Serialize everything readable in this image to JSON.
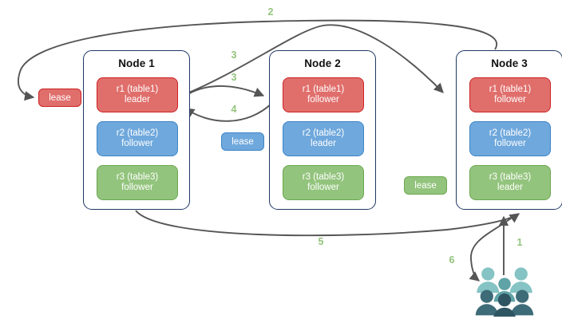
{
  "diagram": {
    "title": "",
    "colors": {
      "red_fill": "#e06f6c",
      "red_stroke": "#cc2222",
      "blue_fill": "#6fa8dc",
      "blue_stroke": "#3d85c6",
      "green_fill": "#93c47d",
      "green_stroke": "#6aa84f",
      "node_border": "#1f3864",
      "arrow": "#555555",
      "step_label": "#93c47d",
      "people_light": "#7fc0c0",
      "people_mid": "#5fa3a6",
      "people_dark": "#3e6b78",
      "people_darkest": "#2f5562"
    },
    "nodes": [
      {
        "title": "Node 1",
        "replicas": [
          {
            "name": "r1 (table1)",
            "role": "leader",
            "color": "red"
          },
          {
            "name": "r2 (table2)",
            "role": "follower",
            "color": "blue"
          },
          {
            "name": "r3 (table3)",
            "role": "follower",
            "color": "green"
          }
        ]
      },
      {
        "title": "Node 2",
        "replicas": [
          {
            "name": "r1 (table1)",
            "role": "follower",
            "color": "red"
          },
          {
            "name": "r2 (table2)",
            "role": "leader",
            "color": "blue"
          },
          {
            "name": "r3 (table3)",
            "role": "follower",
            "color": "green"
          }
        ]
      },
      {
        "title": "Node 3",
        "replicas": [
          {
            "name": "r1 (table1)",
            "role": "follower",
            "color": "red"
          },
          {
            "name": "r2 (table2)",
            "role": "follower",
            "color": "blue"
          },
          {
            "name": "r3 (table3)",
            "role": "leader",
            "color": "green"
          }
        ]
      }
    ],
    "leases": [
      {
        "label": "lease",
        "color": "red"
      },
      {
        "label": "lease",
        "color": "blue"
      },
      {
        "label": "lease",
        "color": "green"
      }
    ],
    "steps": [
      {
        "label": "1"
      },
      {
        "label": "2"
      },
      {
        "label": "3"
      },
      {
        "label": "3"
      },
      {
        "label": "4"
      },
      {
        "label": "5"
      },
      {
        "label": "6"
      }
    ],
    "people_icon": "people-group-icon"
  }
}
